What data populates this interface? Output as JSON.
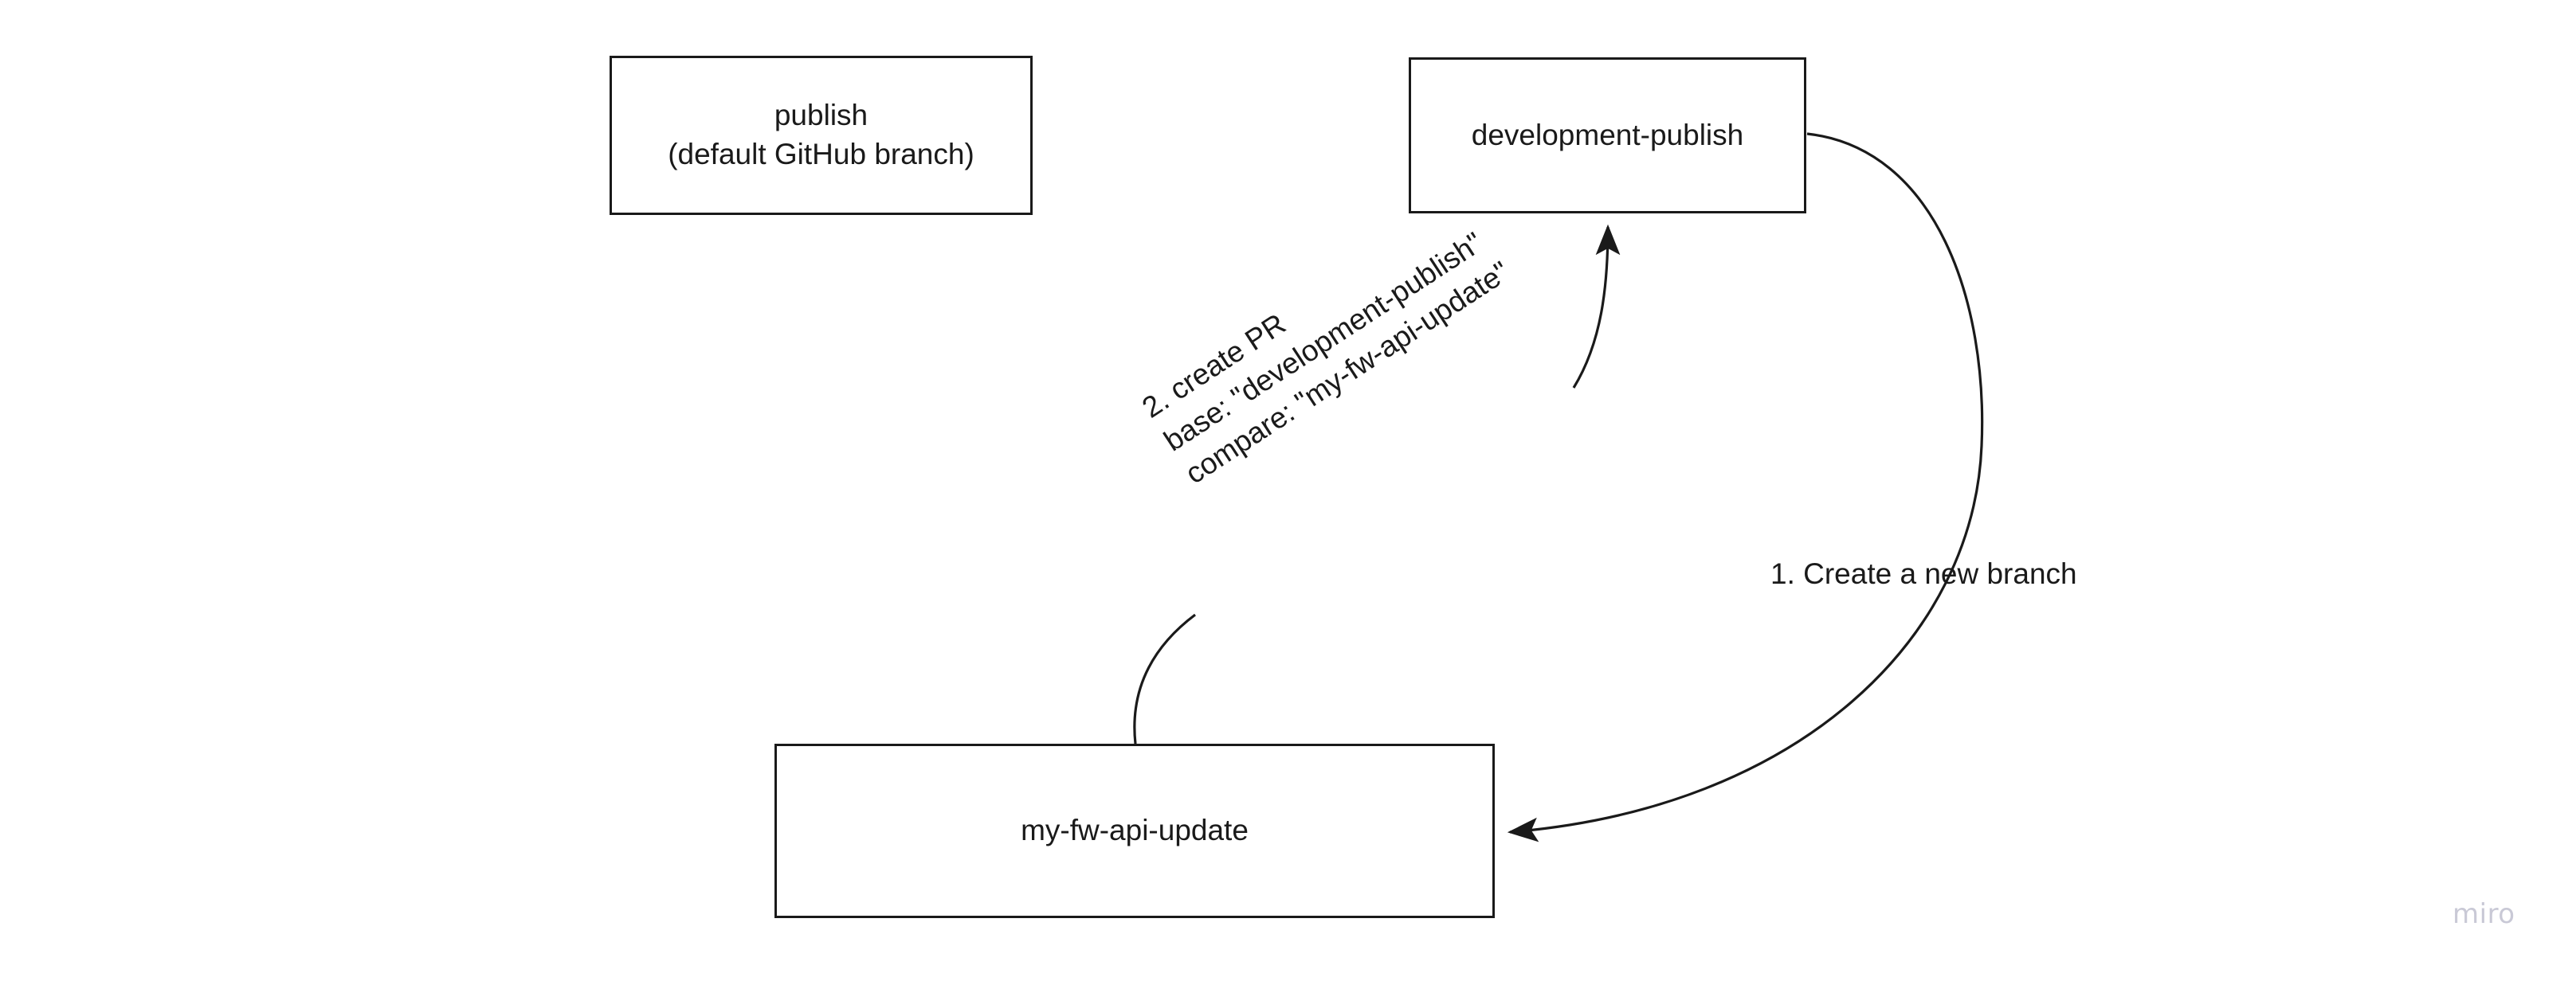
{
  "board": {
    "background_color": "#ffffff",
    "stroke_color": "#1a1a1a",
    "watermark": "miro"
  },
  "nodes": [
    {
      "id": "publish",
      "label": "publish\n(default GitHub branch)"
    },
    {
      "id": "development-publish",
      "label": "development-publish"
    },
    {
      "id": "my-fw-api-update",
      "label": "my-fw-api-update"
    }
  ],
  "edges": [
    {
      "id": "create-branch",
      "from": "development-publish",
      "to": "my-fw-api-update",
      "label": "1. Create a new branch"
    },
    {
      "id": "create-pr",
      "from": "my-fw-api-update",
      "to": "development-publish",
      "label": "2. create PR\nbase: \"development-publish\"\ncompare: \"my-fw-api-update\""
    }
  ]
}
